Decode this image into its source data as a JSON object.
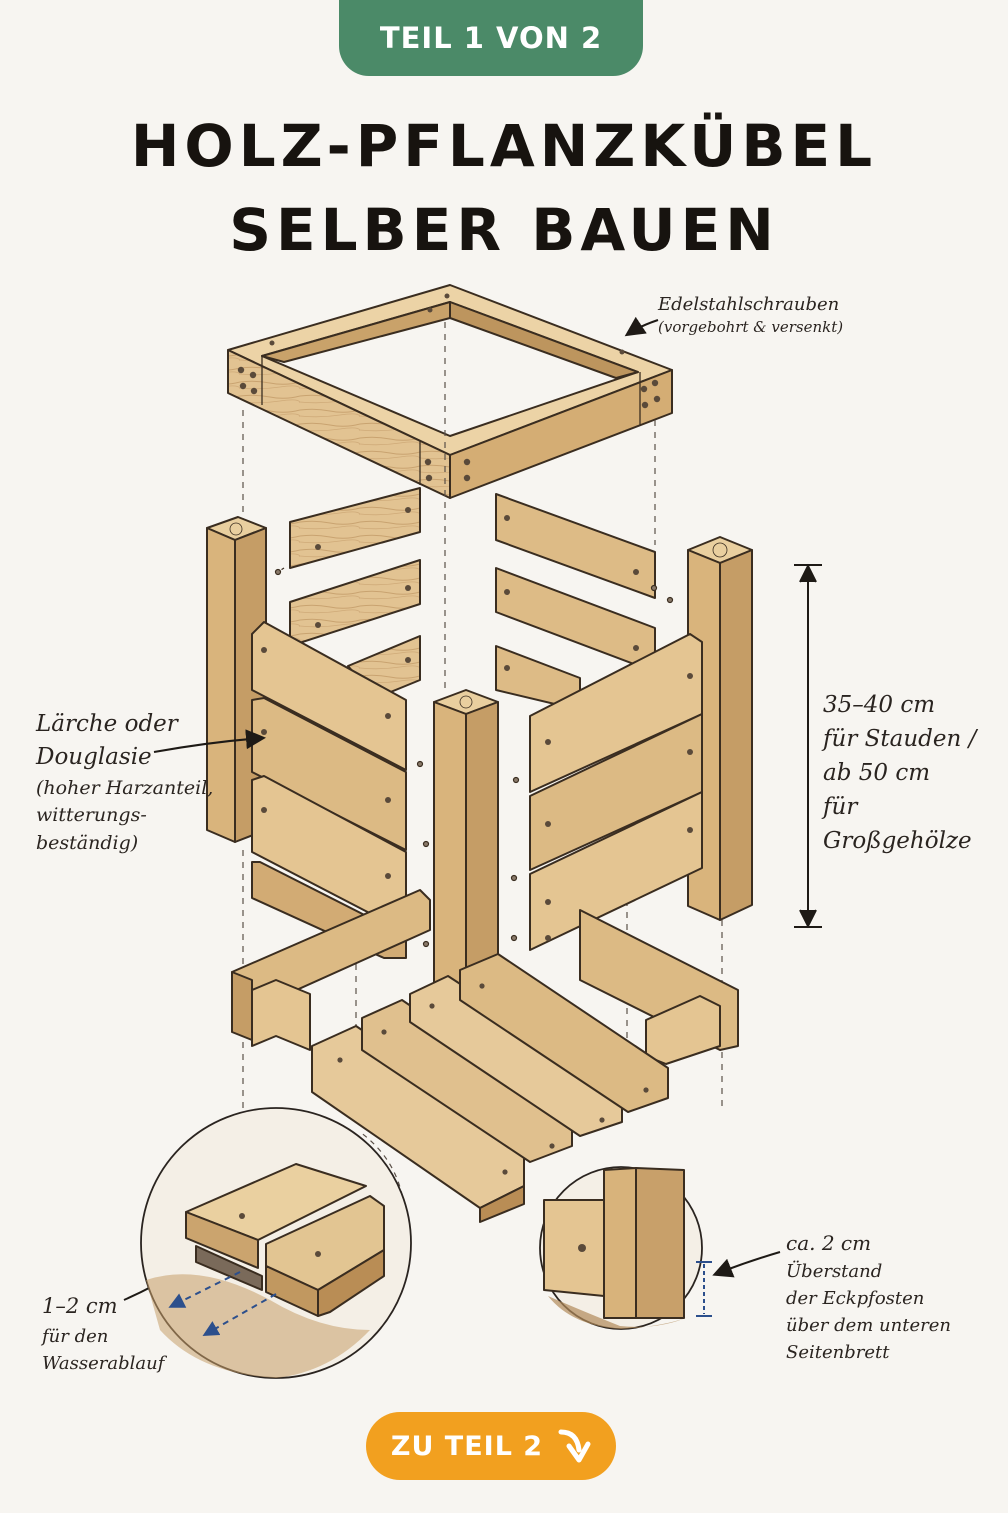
{
  "header": {
    "part_badge": "TEIL 1 VON 2"
  },
  "title": {
    "line1": "HOLZ-PFLANZKÜBEL",
    "line2": "SELBER BAUEN"
  },
  "annotations": {
    "screws": {
      "line1": "Edelstahlschrauben",
      "line2": "(vorgebohrt & versenkt)"
    },
    "wood": {
      "line1": "Lärche oder",
      "line2": "Douglasie",
      "line3": "(hoher Harzanteil,",
      "line4": "witterungs-",
      "line5": "beständig)"
    },
    "height": {
      "line1": "35–40 cm",
      "line2": "für Stauden /",
      "line3": "ab 50 cm",
      "line4": "für",
      "line5": "Großgehölze"
    },
    "drainage": {
      "line1": "1–2 cm",
      "line2": "für den",
      "line3": "Wasserablauf"
    },
    "overhang": {
      "line1": "ca. 2 cm",
      "line2": "Überstand",
      "line3": "der Eckpfosten",
      "line4": "über dem unteren",
      "line5": "Seitenbrett"
    }
  },
  "navigation": {
    "next_label": "ZU TEIL 2",
    "next_icon": "curved-arrow-down-icon"
  },
  "colors": {
    "badge_green": "#4b8a68",
    "button_orange": "#f2a01f",
    "background": "#f7f5f1",
    "wood_light": "#e6c99a",
    "wood_mid": "#d6b27a",
    "wood_dark": "#b98d55",
    "outline": "#3a2d20",
    "dimension_blue": "#2c4f8c"
  }
}
